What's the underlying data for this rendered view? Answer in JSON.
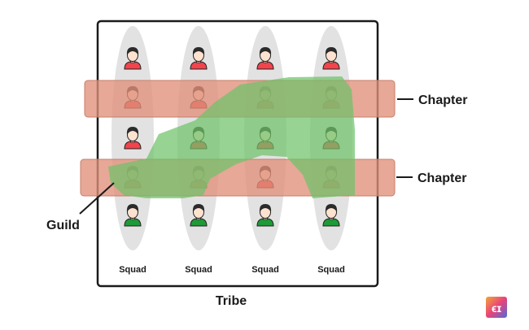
{
  "title": "Tribe",
  "squad_label": "Squad",
  "squad_count": 4,
  "chapter_labels": [
    "Chapter",
    "Chapter"
  ],
  "guild_label": "Guild",
  "logo_text": "ϵɪ",
  "rows": [
    {
      "shirt": "red"
    },
    {
      "shirt": "red"
    },
    {
      "shirt": "red"
    },
    {
      "shirt": "red"
    },
    {
      "shirt": "green"
    }
  ],
  "colors": {
    "frame": "#1a1a1a",
    "squad_ellipse": "#e2e2e2",
    "chapter_band": "#e0907a",
    "guild_overlay": "#6fc26a",
    "shirt_red": "#f2444c",
    "shirt_green": "#1f9a37",
    "hair": "#2b2b2b",
    "skin": "#fde2cf"
  }
}
